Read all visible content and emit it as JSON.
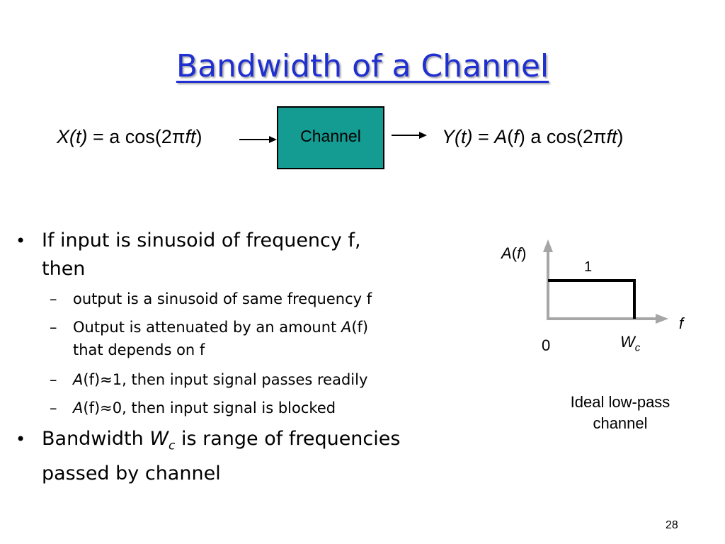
{
  "slide": {
    "title": "Bandwidth of a Channel",
    "page_number": "28"
  },
  "diagram": {
    "input_lhs": "X(t)",
    "input_eq": " = ",
    "input_rhs_a": "a cos(2",
    "input_pi": "π",
    "input_ft": "ft",
    "input_close": ")",
    "channel_label": "Channel",
    "output_lhs": "Y(t)",
    "output_eq": " = ",
    "output_A": "A",
    "output_paren_open": "(",
    "output_f": "f",
    "output_paren_close": ")",
    "output_rhs_a": " a cos(2",
    "output_pi": "π",
    "output_ft": "ft",
    "output_close": ")"
  },
  "bullets": {
    "b1_line1": "If input is sinusoid of frequency f,",
    "b1_line2": "then",
    "sub1": "output is a sinusoid of same frequency f",
    "sub2_pre": "Output is attenuated by an amount ",
    "sub2_A": "A",
    "sub2_post": "(f)",
    "sub2_line2": "that depends on f",
    "sub3_A": "A",
    "sub3_post": "(f)≈1, then input signal passes readily",
    "sub4_A": "A",
    "sub4_post": "(f)≈0, then input signal is blocked",
    "b2_pre": "Bandwidth ",
    "b2_W": "W",
    "b2_c": "c",
    "b2_post": " is range of frequencies",
    "b2_line2": "passed by channel",
    "bullet_char": "•",
    "dash_char": "–"
  },
  "graph": {
    "y_label_A": "A",
    "y_label_open": "(",
    "y_label_f": "f",
    "y_label_close": ")",
    "level_label": "1",
    "x_label": "f",
    "origin_label": "0",
    "wc_W": "W",
    "wc_c": "c",
    "caption_line1": "Ideal low-pass",
    "caption_line2": "channel"
  },
  "colors": {
    "title": "#1f2fd0",
    "channel_fill": "#149b92",
    "axis": "#a6a6a6"
  }
}
